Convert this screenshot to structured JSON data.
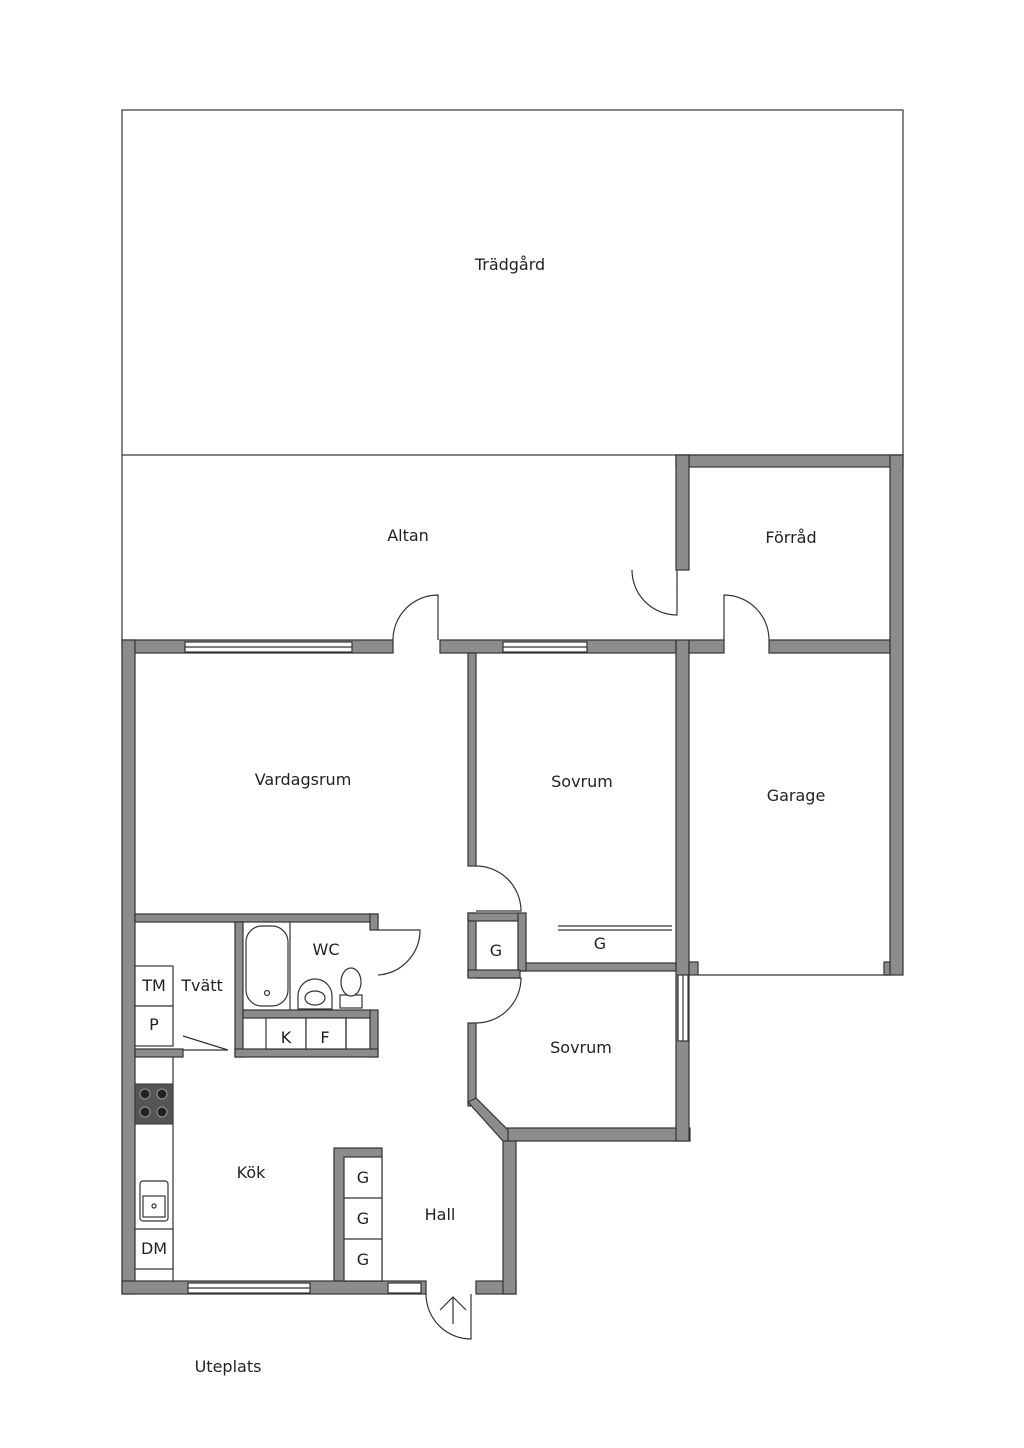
{
  "rooms": {
    "tradgard": "Trädgård",
    "altan": "Altan",
    "forrad": "Förråd",
    "vardagsrum": "Vardagsrum",
    "sovrum_1": "Sovrum",
    "garage": "Garage",
    "wc": "WC",
    "tvatt": "Tvätt",
    "sovrum_2": "Sovrum",
    "kok": "Kök",
    "hall": "Hall",
    "uteplats": "Uteplats"
  },
  "fixtures": {
    "tm": "TM",
    "p": "P",
    "k": "K",
    "f": "F",
    "dm": "DM",
    "closet_sovrum": "G",
    "closet_wardrobe": "G",
    "closet_hall_1": "G",
    "closet_hall_2": "G",
    "closet_hall_3": "G"
  },
  "colors": {
    "wall_fill": "#8c8c8c",
    "line": "#333333",
    "background": "#ffffff"
  }
}
